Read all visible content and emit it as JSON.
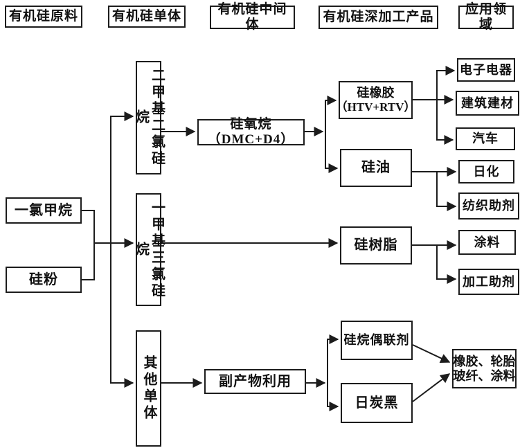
{
  "headers": [
    {
      "label": "有机硅原料"
    },
    {
      "label": "有机硅单体"
    },
    {
      "label": "有机硅中间体"
    },
    {
      "label": "有机硅深加工产品"
    },
    {
      "label": "应用领域"
    }
  ],
  "nodes": {
    "methyl_chloride": {
      "label": "一氯甲烷"
    },
    "silicon_powder": {
      "label": "硅粉"
    },
    "dimethyldichlorosilane": {
      "label": "二甲基二氯硅烷"
    },
    "methyltrichlorosilane": {
      "label": "一甲基三氯硅烷"
    },
    "other_monomers": {
      "label": "其他单体"
    },
    "siloxane": {
      "label": "硅氧烷（DMC+D4）"
    },
    "byproduct_utilization": {
      "label": "副产物利用"
    },
    "silicone_rubber": {
      "line1": "硅橡胶",
      "line2": "（HTV+RTV）"
    },
    "silicone_oil": {
      "label": "硅油"
    },
    "silicone_resin": {
      "label": "硅树脂"
    },
    "silane_coupling_agent": {
      "label": "硅烷偶联剂"
    },
    "carbon_black": {
      "label": "日炭黑"
    },
    "electronics": {
      "label": "电子电器"
    },
    "construction_materials": {
      "label": "建筑建材"
    },
    "automobile": {
      "label": "汽车"
    },
    "daily_chemicals": {
      "label": "日化"
    },
    "textile_auxiliaries": {
      "label": "纺织助剂"
    },
    "coatings": {
      "label": "涂料"
    },
    "processing_aids": {
      "label": "加工助剂"
    },
    "rubber_tire_glassfiber_coating": {
      "line1": "橡胶、轮胎",
      "line2": "玻纤、涂料"
    }
  },
  "colors": {
    "line": "#1c1c1c",
    "box_border": "#1c1c1c",
    "background": "#ffffff",
    "text": "#111111"
  }
}
